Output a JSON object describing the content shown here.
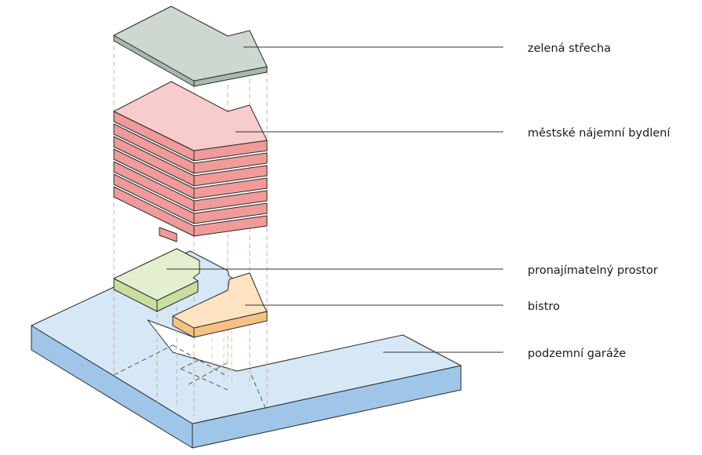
{
  "labels": {
    "roof": "zelená střecha",
    "housing": "městské nájemní bydlení",
    "rental": "pronajímatelný prostor",
    "bistro": "bistro",
    "garage": "podzemní garáže"
  },
  "colors": {
    "roof_top": "#cfd8d0",
    "roof_side": "#a9b8ad",
    "housing_top": "#f8cccc",
    "housing_side": "#f09a9a",
    "rental_top": "#e3efcf",
    "rental_side": "#c9de9f",
    "bistro_top": "#fde3c2",
    "bistro_side": "#f6c283",
    "garage_top": "#d6e8f6",
    "garage_side": "#9fc6e8",
    "dash_red": "#e3a08c",
    "dash_green": "#a6bb9a",
    "dash_orange": "#efc37f",
    "dash_dark": "#4a4a4a"
  }
}
